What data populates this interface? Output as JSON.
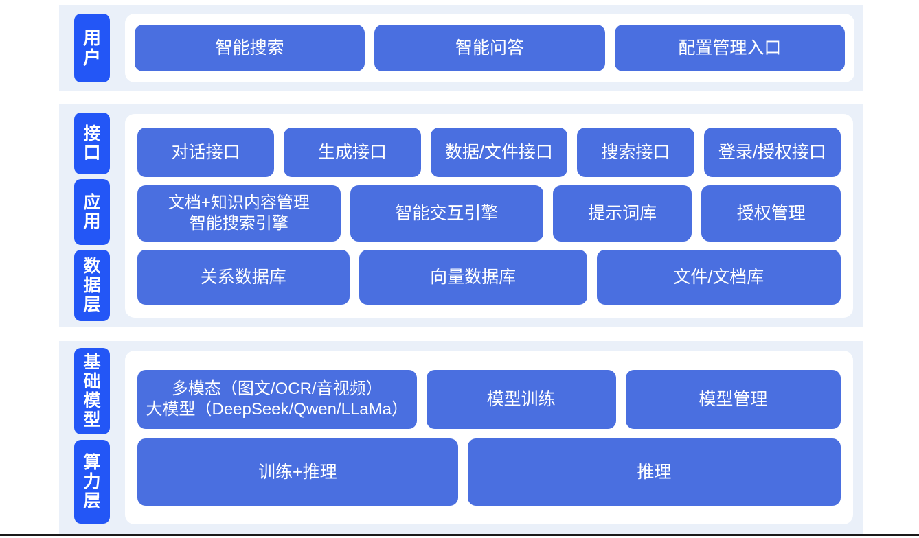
{
  "colors": {
    "band_background": "#eaf0f9",
    "panel_background": "#ffffff",
    "tab_blue": "#2356f6",
    "cell_blue": "#4a6fe0",
    "text_on_blue": "#ffffff",
    "page_background": "#ffffff",
    "bottom_rule": "#1a1a1a"
  },
  "sections": [
    {
      "id": "user",
      "tabs": [
        {
          "id": "user",
          "label": "用户",
          "chars": [
            "用",
            "户"
          ]
        }
      ],
      "rows": [
        {
          "id": "user-entries",
          "cells": [
            {
              "id": "smart-search",
              "label": "智能搜索",
              "flex": 1
            },
            {
              "id": "smart-qa",
              "label": "智能问答",
              "flex": 1
            },
            {
              "id": "config-management-entry",
              "label": "配置管理入口",
              "flex": 1
            }
          ]
        }
      ]
    },
    {
      "id": "middle",
      "tabs": [
        {
          "id": "interface",
          "label": "接口",
          "chars": [
            "接",
            "口"
          ]
        },
        {
          "id": "application",
          "label": "应用",
          "chars": [
            "应",
            "用"
          ]
        },
        {
          "id": "data-layer",
          "label": "数据层",
          "chars": [
            "数",
            "据",
            "层"
          ]
        }
      ],
      "rows": [
        {
          "id": "interface-apis",
          "cells": [
            {
              "id": "dialog-api",
              "label": "对话接口",
              "flex": 1.02
            },
            {
              "id": "generation-api",
              "label": "生成接口",
              "flex": 1.02
            },
            {
              "id": "data-file-api",
              "label": "数据/文件接口",
              "flex": 1.02
            },
            {
              "id": "search-api",
              "label": "搜索接口",
              "flex": 0.86
            },
            {
              "id": "login-auth-api",
              "label": "登录/授权接口",
              "flex": 1.02
            }
          ]
        },
        {
          "id": "application-modules",
          "cells": [
            {
              "id": "doc-knowledge-search",
              "label": "文档+知识内容管理\n智能搜索引擎",
              "flex": 1.5,
              "two_line": true
            },
            {
              "id": "smart-interaction-engine",
              "label": "智能交互引擎",
              "flex": 1.42
            },
            {
              "id": "prompt-library",
              "label": "提示词库",
              "flex": 1.0
            },
            {
              "id": "authorization-management",
              "label": "授权管理",
              "flex": 1.0
            }
          ]
        },
        {
          "id": "data-stores",
          "cells": [
            {
              "id": "relational-database",
              "label": "关系数据库",
              "flex": 1
            },
            {
              "id": "vector-database",
              "label": "向量数据库",
              "flex": 1.08
            },
            {
              "id": "file-document-store",
              "label": "文件/文档库",
              "flex": 1.16
            }
          ]
        }
      ]
    },
    {
      "id": "bottom",
      "tabs": [
        {
          "id": "foundation-model",
          "label": "基础模型",
          "chars": [
            "基",
            "础",
            "模",
            "型"
          ]
        },
        {
          "id": "compute-layer",
          "label": "算力层",
          "chars": [
            "算",
            "力",
            "层"
          ]
        }
      ],
      "rows": [
        {
          "id": "model-row",
          "cells": [
            {
              "id": "multimodal-llm",
              "label": "多模态（图文/OCR/音视频）\n大模型（DeepSeek/Qwen/LLaMa）",
              "flex": 1.38,
              "two_line": true
            },
            {
              "id": "model-training",
              "label": "模型训练",
              "flex": 0.92
            },
            {
              "id": "model-management",
              "label": "模型管理",
              "flex": 1.05
            }
          ]
        },
        {
          "id": "compute-row",
          "cells": [
            {
              "id": "training-inference",
              "label": "训练+推理",
              "flex": 1
            },
            {
              "id": "inference",
              "label": "推理",
              "flex": 1.17
            }
          ]
        }
      ]
    }
  ]
}
